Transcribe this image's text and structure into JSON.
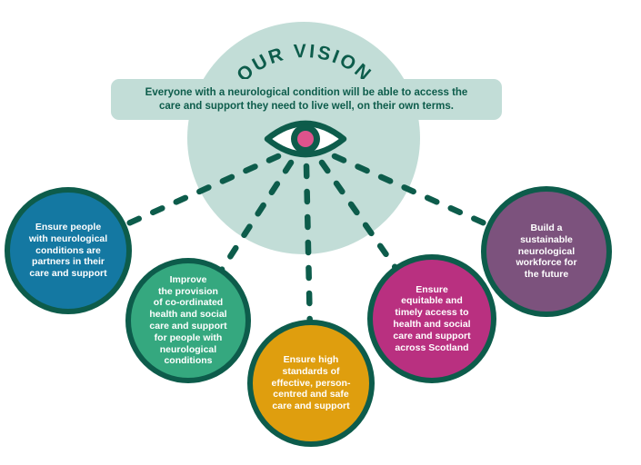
{
  "colors": {
    "dark_teal": "#0d5c4b",
    "light_teal": "#c2ddd7",
    "pupil_pink": "#dd538c",
    "eye_white": "#ffffff",
    "page_background": "#ffffff",
    "goal_text": "#ffffff"
  },
  "vision": {
    "title": "OUR VISION",
    "statement": "Everyone with a neurological condition will be able to access the\ncare and support they need to live well, on their own terms."
  },
  "icons": {
    "eye": "eye-icon"
  },
  "goals": [
    {
      "id": "partners",
      "text": "Ensure people\nwith neurological\nconditions are\npartners in their\ncare and support",
      "color": "#1478a2"
    },
    {
      "id": "coordinated-care",
      "text": "Improve\nthe provision\nof co-ordinated\nhealth and social\ncare and support\nfor people with\nneurological\nconditions",
      "color": "#35a87f"
    },
    {
      "id": "safe-care",
      "text": "Ensure high\nstandards of\neffective, person-\ncentred and safe\ncare and support",
      "color": "#df9e0e"
    },
    {
      "id": "equitable-access",
      "text": "Ensure\nequitable and\ntimely access to\nhealth and social\ncare and support\nacross Scotland",
      "color": "#b93080"
    },
    {
      "id": "workforce",
      "text": "Build a\nsustainable\nneurological\nworkforce for\nthe future",
      "color": "#7c527d"
    }
  ]
}
